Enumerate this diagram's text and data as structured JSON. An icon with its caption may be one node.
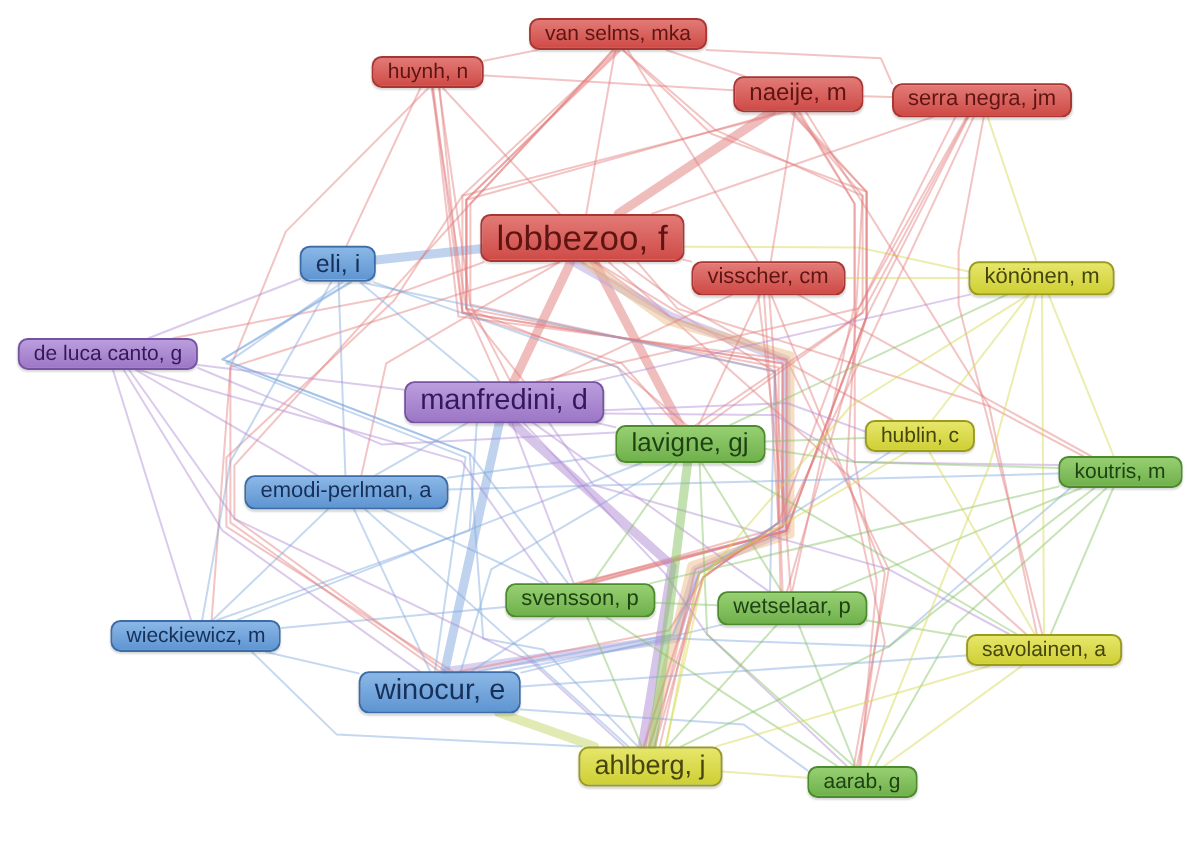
{
  "diagram": {
    "nodes": [
      {
        "text": [
          "van selms, mka"
        ]
      },
      {
        "text": [
          "huynh, n"
        ]
      },
      {
        "text": [
          "naeije, m"
        ]
      },
      {
        "text": [
          "serra negra, jm"
        ]
      },
      {
        "text": [
          "lobbezoo, f"
        ]
      },
      {
        "text": [
          "eli, i"
        ]
      },
      {
        "text": [
          "visscher, cm"
        ]
      },
      {
        "text": [
          "könönen, m"
        ]
      },
      {
        "text": [
          "de luca canto, g"
        ]
      },
      {
        "text": [
          "manfredini, d"
        ]
      },
      {
        "text": [
          "lavigne, gj"
        ]
      },
      {
        "text": [
          "hublin, c"
        ]
      },
      {
        "text": [
          "koutris, m"
        ]
      },
      {
        "text": [
          "emodi-perlman, a"
        ]
      },
      {
        "text": [
          "svensson, p"
        ]
      },
      {
        "text": [
          "wetselaar, p"
        ]
      },
      {
        "text": [
          "wieckiewicz, m"
        ]
      },
      {
        "text": [
          "savolainen, a"
        ]
      },
      {
        "text": [
          "winocur, e"
        ]
      },
      {
        "text": [
          "ahlberg, j"
        ]
      },
      {
        "text": [
          "aarab, g"
        ]
      }
    ],
    "edges": [
      {
        "from": 4,
        "to": 0,
        "arrow": "none"
      },
      {
        "from": 4,
        "to": 1,
        "arrow": "none"
      },
      {
        "from": 4,
        "to": 2,
        "arrow": "none",
        "style": "thick"
      },
      {
        "from": 4,
        "to": 3,
        "arrow": "none"
      },
      {
        "from": 4,
        "to": 6,
        "arrow": "none"
      },
      {
        "from": 4,
        "to": 8,
        "arrow": "none"
      },
      {
        "from": 4,
        "to": 9,
        "arrow": "none",
        "style": "thick"
      },
      {
        "from": 4,
        "to": 10,
        "arrow": "none",
        "style": "thick"
      },
      {
        "from": 4,
        "to": 11,
        "arrow": "none"
      },
      {
        "from": 4,
        "to": 12,
        "arrow": "none"
      },
      {
        "from": 4,
        "to": 13,
        "arrow": "none"
      },
      {
        "from": 4,
        "to": 14,
        "arrow": "none"
      },
      {
        "from": 4,
        "to": 15,
        "arrow": "none"
      },
      {
        "from": 4,
        "to": 16,
        "arrow": "none"
      },
      {
        "from": 4,
        "to": 17,
        "arrow": "none"
      },
      {
        "from": 4,
        "to": 20,
        "arrow": "none"
      },
      {
        "from": 4,
        "to": 5,
        "arrow": "none",
        "style": "thick",
        "color": "#7fa8dd"
      },
      {
        "from": 4,
        "to": 7,
        "arrow": "none",
        "color": "#d4d84a"
      },
      {
        "from": 4,
        "to": 18,
        "arrow": "none",
        "style": "thick",
        "color": "#b3a6e0"
      },
      {
        "from": 4,
        "to": 19,
        "arrow": "none",
        "style": "thick",
        "color": "#eebd8a"
      },
      {
        "from": 0,
        "to": 1,
        "arrow": "none"
      },
      {
        "from": 0,
        "to": 2,
        "arrow": "none"
      },
      {
        "from": 0,
        "to": 3,
        "arrow": "none"
      },
      {
        "from": 0,
        "to": 6,
        "arrow": "none"
      },
      {
        "from": 0,
        "to": 9,
        "arrow": "none"
      },
      {
        "from": 0,
        "to": 10,
        "arrow": "none"
      },
      {
        "from": 0,
        "to": 14,
        "arrow": "none"
      },
      {
        "from": 0,
        "to": 15,
        "arrow": "none"
      },
      {
        "from": 0,
        "to": 18,
        "arrow": "none"
      },
      {
        "from": 0,
        "to": 19,
        "arrow": "none"
      },
      {
        "from": 0,
        "to": 20,
        "arrow": "none"
      },
      {
        "from": 1,
        "to": 2,
        "arrow": "none"
      },
      {
        "from": 1,
        "to": 5,
        "arrow": "none"
      },
      {
        "from": 1,
        "to": 9,
        "arrow": "none"
      },
      {
        "from": 1,
        "to": 10,
        "arrow": "none"
      },
      {
        "from": 1,
        "to": 14,
        "arrow": "none"
      },
      {
        "from": 1,
        "to": 15,
        "arrow": "none"
      },
      {
        "from": 1,
        "to": 18,
        "arrow": "none"
      },
      {
        "from": 1,
        "to": 19,
        "arrow": "none"
      },
      {
        "from": 2,
        "to": 3,
        "arrow": "none"
      },
      {
        "from": 2,
        "to": 6,
        "arrow": "none"
      },
      {
        "from": 2,
        "to": 9,
        "arrow": "none"
      },
      {
        "from": 2,
        "to": 10,
        "arrow": "none"
      },
      {
        "from": 2,
        "to": 14,
        "arrow": "none"
      },
      {
        "from": 2,
        "to": 15,
        "arrow": "none"
      },
      {
        "from": 2,
        "to": 17,
        "arrow": "none"
      },
      {
        "from": 2,
        "to": 18,
        "arrow": "none"
      },
      {
        "from": 2,
        "to": 19,
        "arrow": "none"
      },
      {
        "from": 2,
        "to": 20,
        "arrow": "none"
      },
      {
        "from": 3,
        "to": 9,
        "arrow": "none"
      },
      {
        "from": 3,
        "to": 10,
        "arrow": "none"
      },
      {
        "from": 3,
        "to": 14,
        "arrow": "none"
      },
      {
        "from": 3,
        "to": 17,
        "arrow": "none"
      },
      {
        "from": 3,
        "to": 18,
        "arrow": "none"
      },
      {
        "from": 3,
        "to": 19,
        "arrow": "none"
      },
      {
        "from": 3,
        "to": 7,
        "arrow": "none",
        "color": "#d4d84a"
      },
      {
        "from": 6,
        "to": 9,
        "arrow": "none"
      },
      {
        "from": 6,
        "to": 10,
        "arrow": "none"
      },
      {
        "from": 6,
        "to": 12,
        "arrow": "none"
      },
      {
        "from": 6,
        "to": 14,
        "arrow": "none"
      },
      {
        "from": 6,
        "to": 15,
        "arrow": "none"
      },
      {
        "from": 6,
        "to": 19,
        "arrow": "none"
      },
      {
        "from": 6,
        "to": 20,
        "arrow": "none"
      },
      {
        "from": 6,
        "to": 7,
        "arrow": "none",
        "color": "#d4d84a"
      },
      {
        "from": 5,
        "to": 9,
        "arrow": "none",
        "color": "#7fa8dd"
      },
      {
        "from": 5,
        "to": 10,
        "arrow": "none",
        "color": "#7fa8dd"
      },
      {
        "from": 5,
        "to": 13,
        "arrow": "none",
        "color": "#7fa8dd"
      },
      {
        "from": 5,
        "to": 14,
        "arrow": "none",
        "color": "#7fa8dd"
      },
      {
        "from": 5,
        "to": 15,
        "arrow": "none",
        "color": "#7fa8dd"
      },
      {
        "from": 5,
        "to": 16,
        "arrow": "none",
        "color": "#7fa8dd"
      },
      {
        "from": 5,
        "to": 18,
        "arrow": "none",
        "color": "#7fa8dd"
      },
      {
        "from": 5,
        "to": 19,
        "arrow": "none",
        "color": "#7fa8dd"
      },
      {
        "from": 13,
        "to": 9,
        "arrow": "none",
        "color": "#7fa8dd"
      },
      {
        "from": 13,
        "to": 10,
        "arrow": "none",
        "color": "#7fa8dd"
      },
      {
        "from": 13,
        "to": 12,
        "arrow": "none",
        "color": "#7fa8dd"
      },
      {
        "from": 13,
        "to": 14,
        "arrow": "none",
        "color": "#7fa8dd"
      },
      {
        "from": 13,
        "to": 16,
        "arrow": "none",
        "color": "#7fa8dd"
      },
      {
        "from": 13,
        "to": 18,
        "arrow": "none",
        "color": "#7fa8dd"
      },
      {
        "from": 13,
        "to": 19,
        "arrow": "none",
        "color": "#7fa8dd"
      },
      {
        "from": 16,
        "to": 9,
        "arrow": "none",
        "color": "#7fa8dd"
      },
      {
        "from": 16,
        "to": 10,
        "arrow": "none",
        "color": "#7fa8dd"
      },
      {
        "from": 16,
        "to": 14,
        "arrow": "none",
        "color": "#7fa8dd"
      },
      {
        "from": 16,
        "to": 18,
        "arrow": "none",
        "color": "#7fa8dd"
      },
      {
        "from": 16,
        "to": 19,
        "arrow": "none",
        "color": "#7fa8dd"
      },
      {
        "from": 18,
        "to": 9,
        "arrow": "none",
        "style": "thick",
        "color": "#7fa8dd"
      },
      {
        "from": 18,
        "to": 10,
        "arrow": "none",
        "color": "#7fa8dd"
      },
      {
        "from": 18,
        "to": 11,
        "arrow": "none",
        "color": "#7fa8dd"
      },
      {
        "from": 18,
        "to": 12,
        "arrow": "none",
        "color": "#7fa8dd"
      },
      {
        "from": 18,
        "to": 14,
        "arrow": "none",
        "color": "#7fa8dd"
      },
      {
        "from": 18,
        "to": 15,
        "arrow": "none",
        "color": "#7fa8dd"
      },
      {
        "from": 18,
        "to": 17,
        "arrow": "none",
        "color": "#7fa8dd"
      },
      {
        "from": 18,
        "to": 20,
        "arrow": "none",
        "color": "#7fa8dd"
      },
      {
        "from": 18,
        "to": 19,
        "arrow": "none",
        "style": "thick",
        "color": "#c5d66a"
      },
      {
        "from": 8,
        "to": 5,
        "arrow": "none",
        "color": "#b08ad4"
      },
      {
        "from": 8,
        "to": 9,
        "arrow": "none",
        "color": "#b08ad4"
      },
      {
        "from": 8,
        "to": 10,
        "arrow": "none",
        "color": "#b08ad4"
      },
      {
        "from": 8,
        "to": 13,
        "arrow": "none",
        "color": "#b08ad4"
      },
      {
        "from": 8,
        "to": 14,
        "arrow": "none",
        "color": "#b08ad4"
      },
      {
        "from": 8,
        "to": 16,
        "arrow": "none",
        "color": "#b08ad4"
      },
      {
        "from": 8,
        "to": 18,
        "arrow": "none",
        "color": "#b08ad4"
      },
      {
        "from": 8,
        "to": 19,
        "arrow": "none",
        "color": "#b08ad4"
      },
      {
        "from": 9,
        "to": 7,
        "arrow": "none",
        "color": "#b08ad4"
      },
      {
        "from": 9,
        "to": 10,
        "arrow": "none",
        "color": "#b08ad4"
      },
      {
        "from": 9,
        "to": 11,
        "arrow": "none",
        "color": "#b08ad4"
      },
      {
        "from": 9,
        "to": 12,
        "arrow": "none",
        "color": "#b08ad4"
      },
      {
        "from": 9,
        "to": 14,
        "arrow": "none",
        "color": "#b08ad4"
      },
      {
        "from": 9,
        "to": 15,
        "arrow": "none",
        "color": "#b08ad4"
      },
      {
        "from": 9,
        "to": 17,
        "arrow": "none",
        "color": "#b08ad4"
      },
      {
        "from": 9,
        "to": 20,
        "arrow": "none",
        "color": "#b08ad4"
      },
      {
        "from": 9,
        "to": 19,
        "arrow": "none",
        "style": "thick",
        "color": "#b08ad4"
      },
      {
        "from": 10,
        "to": 7,
        "arrow": "none",
        "color": "#86c262"
      },
      {
        "from": 10,
        "to": 11,
        "arrow": "none",
        "color": "#86c262"
      },
      {
        "from": 10,
        "to": 12,
        "arrow": "none",
        "color": "#86c262"
      },
      {
        "from": 10,
        "to": 14,
        "arrow": "none",
        "color": "#86c262"
      },
      {
        "from": 10,
        "to": 15,
        "arrow": "none",
        "color": "#86c262"
      },
      {
        "from": 10,
        "to": 17,
        "arrow": "none",
        "color": "#86c262"
      },
      {
        "from": 10,
        "to": 20,
        "arrow": "none",
        "color": "#86c262"
      },
      {
        "from": 10,
        "to": 19,
        "arrow": "none",
        "style": "thick",
        "color": "#86c262"
      },
      {
        "from": 14,
        "to": 12,
        "arrow": "none",
        "color": "#86c262"
      },
      {
        "from": 14,
        "to": 15,
        "arrow": "none",
        "color": "#86c262"
      },
      {
        "from": 14,
        "to": 19,
        "arrow": "none",
        "color": "#86c262"
      },
      {
        "from": 14,
        "to": 20,
        "arrow": "none",
        "color": "#86c262"
      },
      {
        "from": 15,
        "to": 12,
        "arrow": "none",
        "color": "#86c262"
      },
      {
        "from": 15,
        "to": 17,
        "arrow": "none",
        "color": "#86c262"
      },
      {
        "from": 15,
        "to": 19,
        "arrow": "none",
        "color": "#86c262"
      },
      {
        "from": 15,
        "to": 20,
        "arrow": "none",
        "color": "#86c262"
      },
      {
        "from": 12,
        "to": 17,
        "arrow": "none",
        "color": "#86c262"
      },
      {
        "from": 12,
        "to": 19,
        "arrow": "none",
        "color": "#86c262"
      },
      {
        "from": 12,
        "to": 20,
        "arrow": "none",
        "color": "#86c262"
      },
      {
        "from": 19,
        "to": 7,
        "arrow": "none",
        "color": "#d4d84a"
      },
      {
        "from": 19,
        "to": 11,
        "arrow": "none",
        "color": "#d4d84a"
      },
      {
        "from": 19,
        "to": 17,
        "arrow": "none",
        "color": "#d4d84a"
      },
      {
        "from": 19,
        "to": 20,
        "arrow": "none",
        "color": "#d4d84a"
      },
      {
        "from": 11,
        "to": 7,
        "arrow": "none",
        "color": "#d4d84a"
      },
      {
        "from": 11,
        "to": 17,
        "arrow": "none",
        "color": "#d4d84a"
      },
      {
        "from": 7,
        "to": 12,
        "arrow": "none",
        "color": "#d4d84a"
      },
      {
        "from": 7,
        "to": 17,
        "arrow": "none",
        "color": "#d4d84a"
      },
      {
        "from": 7,
        "to": 20,
        "arrow": "none",
        "color": "#d4d84a"
      },
      {
        "from": 17,
        "to": 20,
        "arrow": "none",
        "color": "#d4d84a"
      }
    ]
  }
}
